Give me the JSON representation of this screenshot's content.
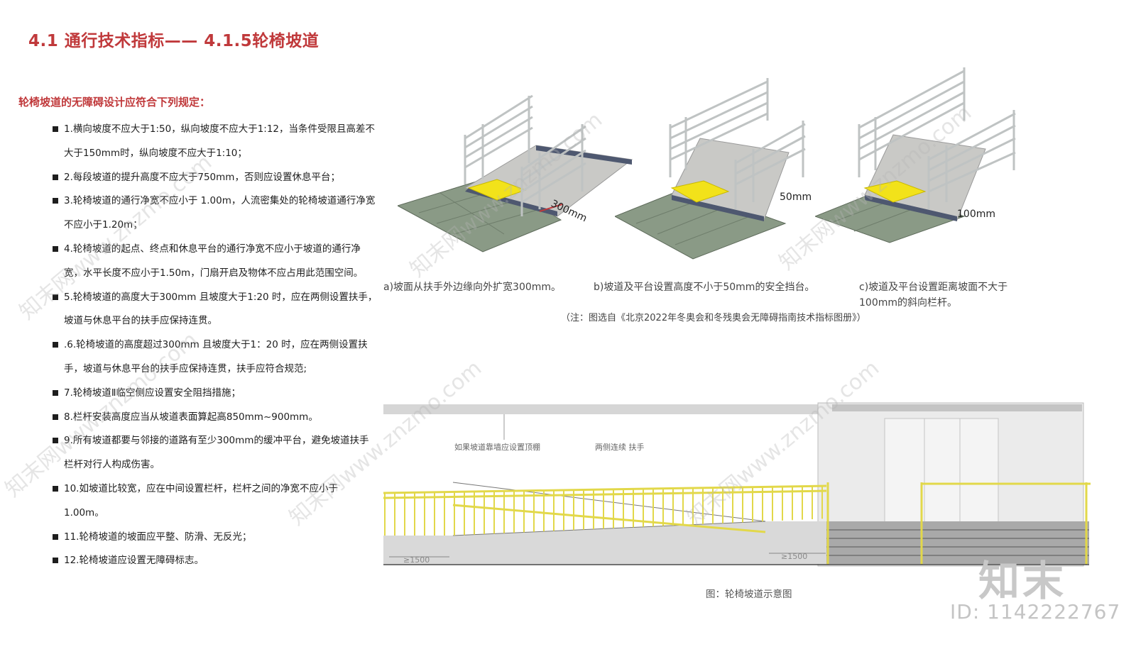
{
  "title": "4.1 通行技术指标——  4.1.5轮椅坡道",
  "subtitle": "轮椅坡道的无障碍设计应符合下列规定：",
  "rules": [
    "1.横向坡度不应大于1:50，纵向坡度不应大于1:12，当条件受限且高差不大于150mm时，纵向坡度不应大于1:10；",
    "2.每段坡道的提升高度不应大于750mm，否则应设置休息平台；",
    "3.轮椅坡道的通行净宽不应小于 1.00m，人流密集处的轮椅坡道通行净宽不应小于1.20m；",
    "4.轮椅坡道的起点、终点和休息平台的通行净宽不应小于坡道的通行净宽，水平长度不应小于1.50m，门扇开启及物体不应占用此范围空间。",
    " 5.轮椅坡道的高度大于300mm 且坡度大于1:20 时，应在两侧设置扶手，坡道与休息平台的扶手应保持连贯。",
    ".6.轮椅坡道的高度超过300mm 且坡度大于1：20 时，应在两侧设置扶手，坡道与休息平台的扶手应保持连贯，扶手应符合规范;",
    "7.轮椅坡道Ⅱ临空侧应设置安全阻挡措施；",
    "8.栏杆安装高度应当从坡道表面算起高850mm~900mm。",
    "9.所有坡道都要与邻接的道路有至少300mm的缓冲平台，避免坡道扶手栏杆对行人构成伤害。",
    "10.如坡道比较宽，应在中间设置栏杆，栏杆之间的净宽不应小于1.00m。",
    "11.轮椅坡道的坡面应平整、防滑、无反光；",
    "12.轮椅坡道应设置无障碍标志。"
  ],
  "figures": {
    "a_dim": "300mm",
    "a_caption": "a)坡面从扶手外边缘向外扩宽300mm。",
    "b_dim": "50mm",
    "b_caption": "b)坡道及平台设置高度不小于50mm的安全挡台。",
    "c_dim": "100mm",
    "c_caption": "c)坡道及平台设置距离坡面不大于100mm的斜向栏杆。",
    "note": "（注：图选自《北京2022年冬奥会和冬残奥会无障碍指南技术指标图册》）"
  },
  "elevation": {
    "label_canopy": "如果坡道靠墙应设置顶棚",
    "label_handrail": "两侧连续 扶手",
    "dim_left": "≥1500",
    "dim_right": "≥1500",
    "caption": "图：轮椅坡道示意图"
  },
  "watermark": {
    "text": "知末网www.znzmo.com",
    "logo": "知末",
    "id": "ID: 1142222767"
  },
  "colors": {
    "title": "#c0393b",
    "tactile": "#f2e21a",
    "railing": "#e2d84a"
  }
}
